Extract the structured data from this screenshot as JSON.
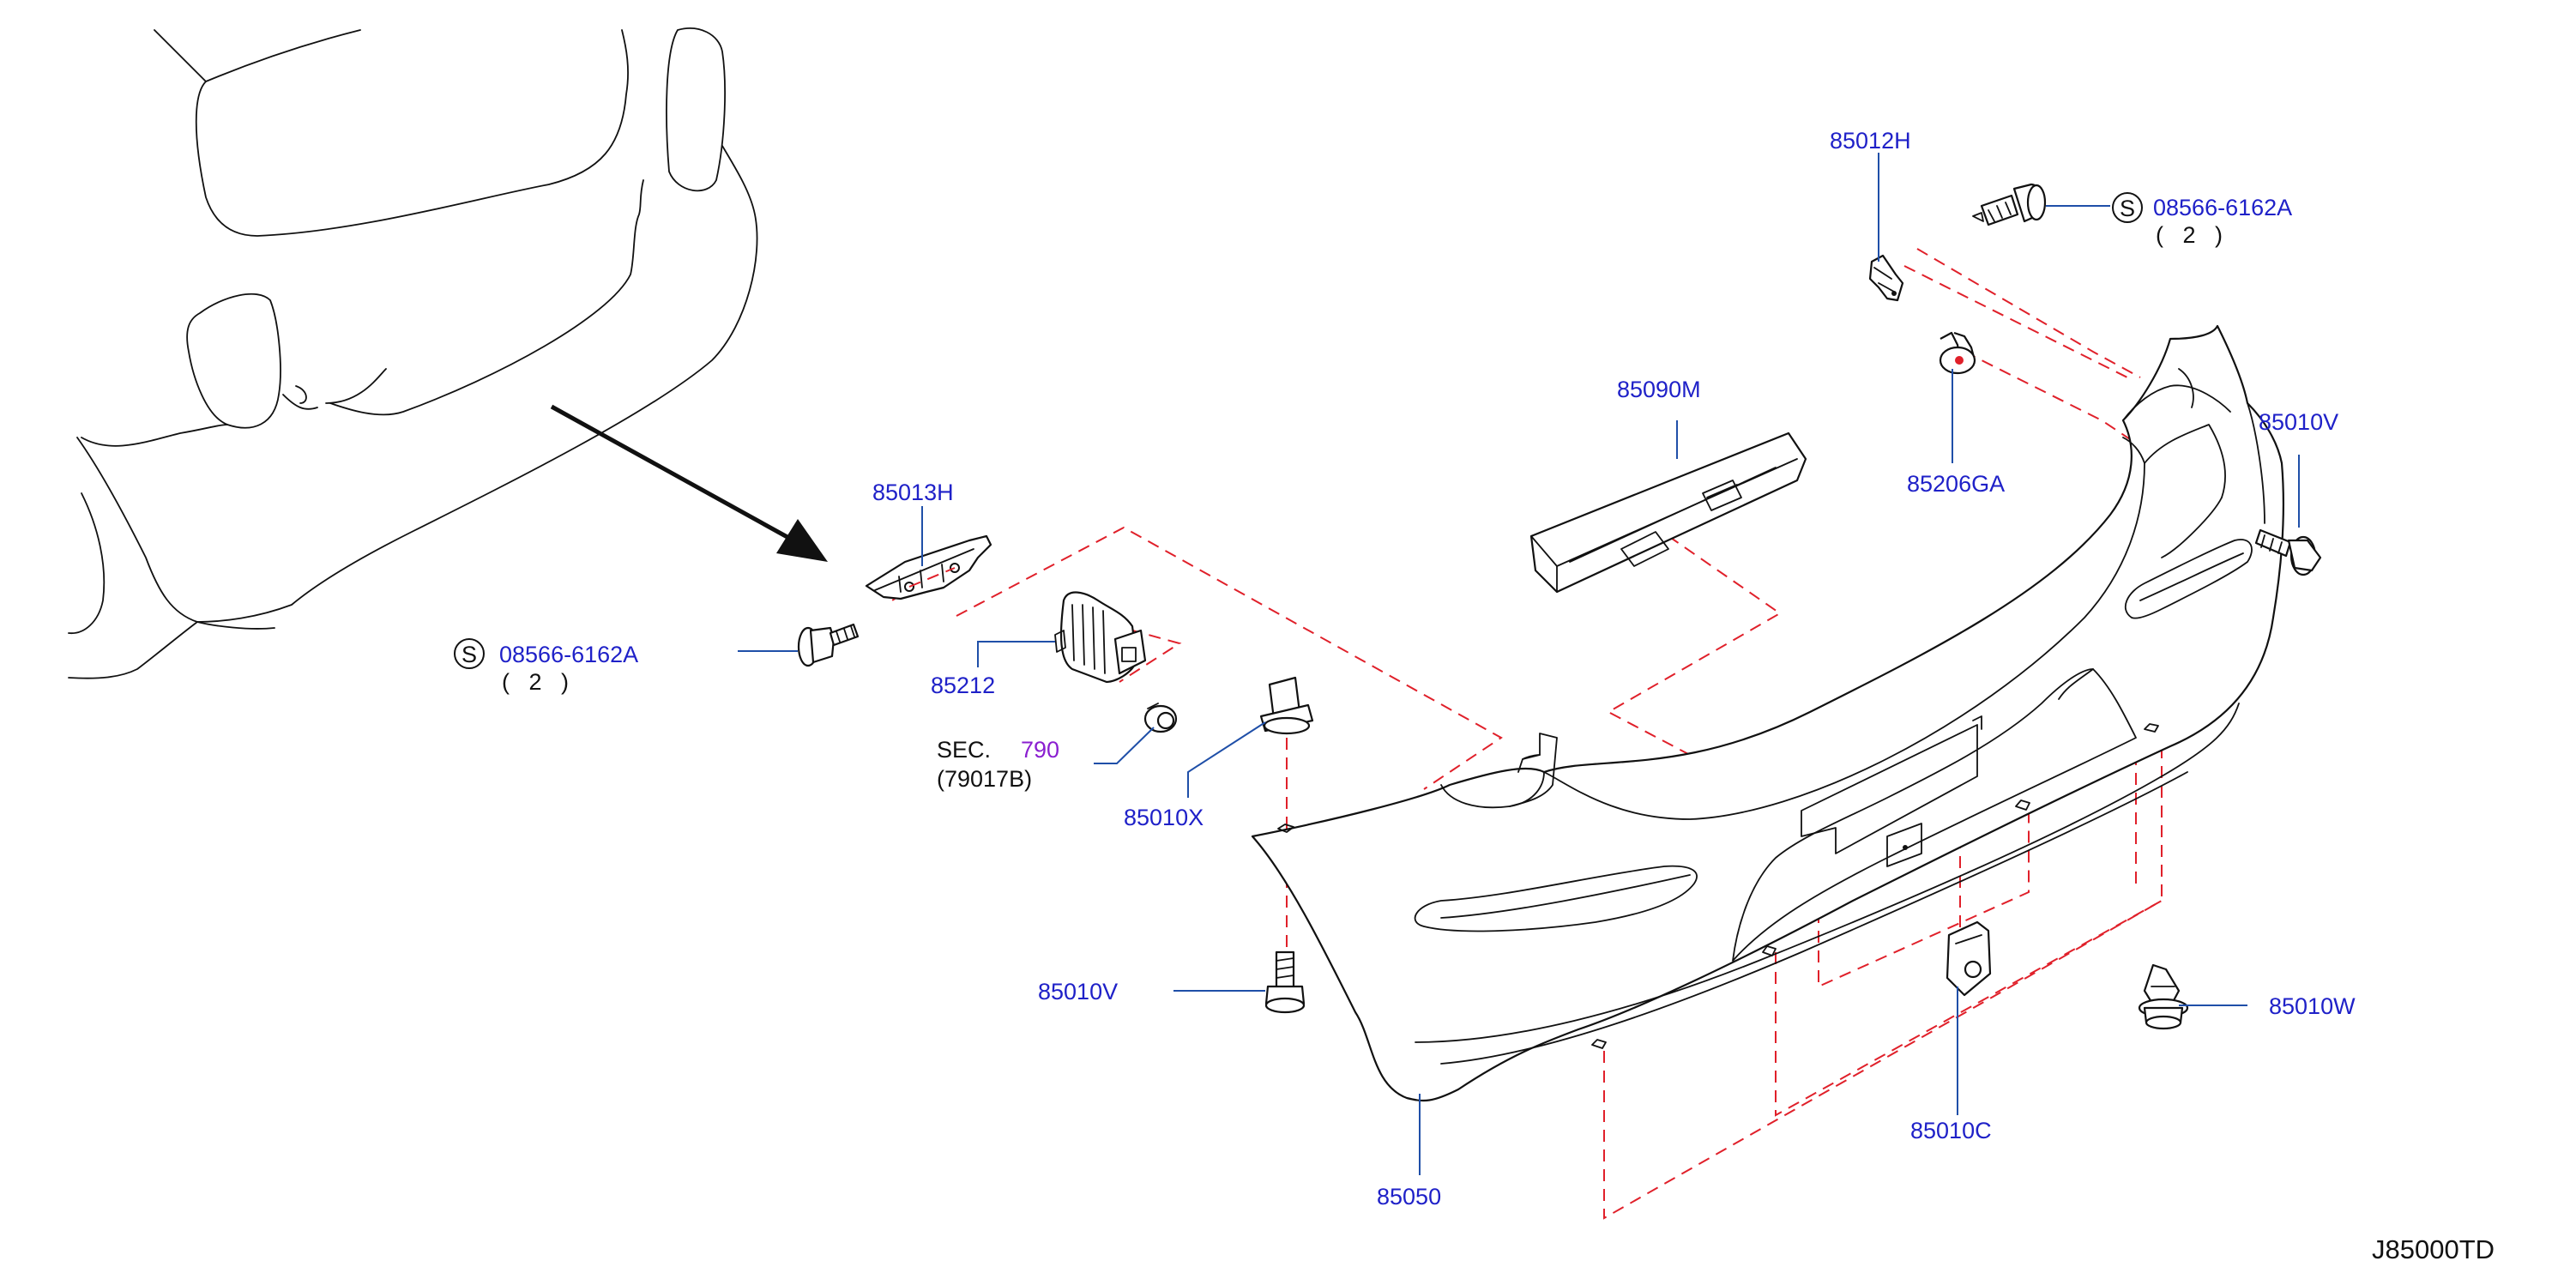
{
  "diagram_id": "J85000TD",
  "colors": {
    "part_label": "#1f21c8",
    "section_ref": "#8a1fd0",
    "dashed_guide": "#e0202a",
    "leader": "#1f4fa8",
    "outline": "#111111"
  },
  "labels": {
    "p85012H": "85012H",
    "screw_right_code": "08566-6162A",
    "screw_right_qty": "(   2   )",
    "p85090M": "85090M",
    "p85010V_right": "85010V",
    "p85206GA": "85206GA",
    "p85013H": "85013H",
    "screw_left_code": "08566-6162A",
    "screw_left_qty": "(   2   )",
    "p85212": "85212",
    "sec_prefix": "SEC.",
    "sec_number": "790",
    "sec_sub": "(79017B)",
    "p85010X": "85010X",
    "p85010V_left": "85010V",
    "p85050": "85050",
    "p85010C": "85010C",
    "p85010W": "85010W",
    "s_symbol": "S"
  }
}
